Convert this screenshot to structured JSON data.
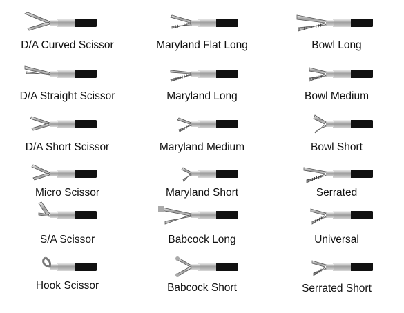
{
  "columns": [
    {
      "items": [
        {
          "label": "D/A Curved Scissor",
          "tip": "curved-scissor-icon"
        },
        {
          "label": "D/A Straight Scissor",
          "tip": "straight-scissor-icon"
        },
        {
          "label": "D/A Short Scissor",
          "tip": "short-scissor-icon"
        },
        {
          "label": "Micro Scissor",
          "tip": "micro-scissor-icon"
        },
        {
          "label": "S/A Scissor",
          "tip": "single-action-scissor-icon"
        },
        {
          "label": "Hook Scissor",
          "tip": "hook-scissor-icon"
        }
      ]
    },
    {
      "items": [
        {
          "label": "Maryland Flat Long",
          "tip": "maryland-flat-long-icon"
        },
        {
          "label": "Maryland Long",
          "tip": "maryland-long-icon"
        },
        {
          "label": "Maryland Medium",
          "tip": "maryland-medium-icon"
        },
        {
          "label": "Maryland Short",
          "tip": "maryland-short-icon"
        },
        {
          "label": "Babcock Long",
          "tip": "babcock-long-icon"
        },
        {
          "label": "Babcock Short",
          "tip": "babcock-short-icon"
        }
      ]
    },
    {
      "items": [
        {
          "label": "Bowl Long",
          "tip": "bowl-long-icon"
        },
        {
          "label": "Bowl Medium",
          "tip": "bowl-medium-icon"
        },
        {
          "label": "Bowl Short",
          "tip": "bowl-short-icon"
        },
        {
          "label": "Serrated",
          "tip": "serrated-grasper-icon"
        },
        {
          "label": "Universal",
          "tip": "universal-grasper-icon"
        },
        {
          "label": "Serrated Short",
          "tip": "serrated-short-icon"
        }
      ]
    }
  ]
}
